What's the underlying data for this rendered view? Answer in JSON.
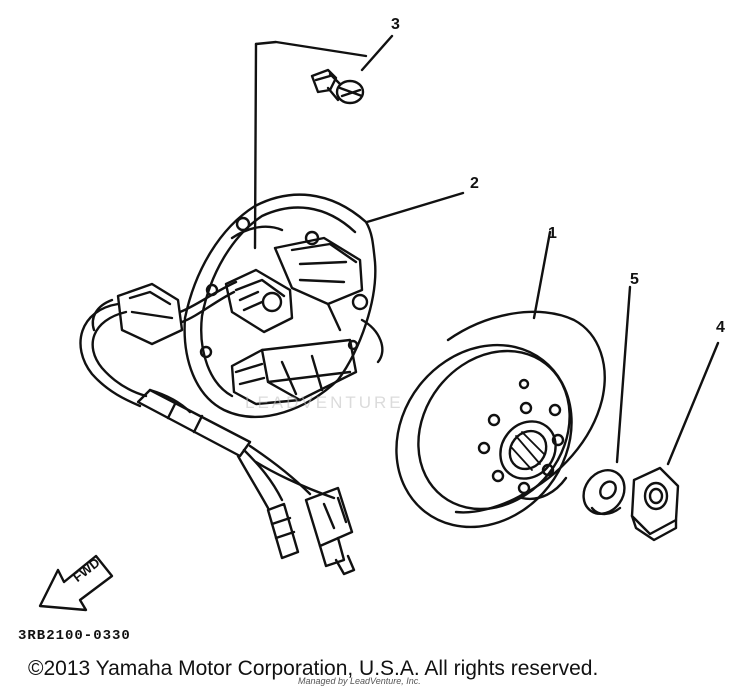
{
  "callouts": [
    {
      "id": "1",
      "label": "1"
    },
    {
      "id": "2",
      "label": "2"
    },
    {
      "id": "3",
      "label": "3"
    },
    {
      "id": "4",
      "label": "4"
    },
    {
      "id": "5",
      "label": "5"
    }
  ],
  "direction_label": "FWD",
  "part_code": "3RB2100-0330",
  "copyright": "©2013 Yamaha Motor Corporation, U.S.A. All rights reserved.",
  "watermark": "LEADVENTURE",
  "credit": "Managed by LeadVenture, Inc."
}
